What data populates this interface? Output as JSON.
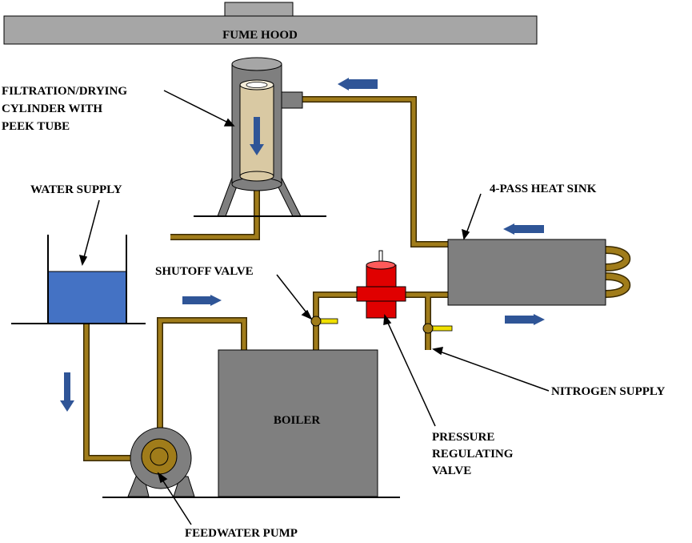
{
  "title": "",
  "labels": {
    "fume_hood": "FUME HOOD",
    "filtration_line1": "FILTRATION/DRYING",
    "filtration_line2": "CYLINDER WITH",
    "filtration_line3": "PEEK TUBE",
    "water_supply": "WATER SUPPLY",
    "heat_sink": "4-PASS HEAT SINK",
    "shutoff_valve": "SHUTOFF VALVE",
    "boiler": "BOILER",
    "nitrogen_supply": "NITROGEN SUPPLY",
    "prv_line1": "PRESSURE",
    "prv_line2": "REGULATING",
    "prv_line3": "VALVE",
    "feedwater_pump": "FEEDWATER PUMP"
  },
  "colors": {
    "pipe": "#a07c1a",
    "pipe_outline": "#3a2a00",
    "equipment": "#7f7f7f",
    "hood": "#a6a6a6",
    "water": "#4472c4",
    "flow_arrow": "#2f5597",
    "pressure_valve": "#e00000",
    "valve_handle": "#f0e000",
    "peek_tube": "#d9c9a3"
  },
  "icons": {
    "flow_direction": "flow-arrow-icon"
  }
}
